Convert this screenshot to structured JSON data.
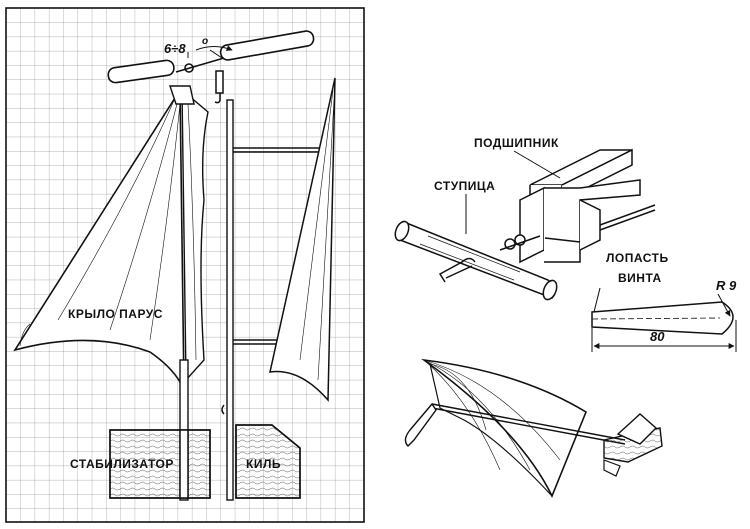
{
  "labels": {
    "wing_sail": "КРЫЛО ПАРУС",
    "stabilizer": "СТАБИЛИЗАТОР",
    "keel": "КИЛЬ",
    "angle": "6÷8",
    "bearing": "ПОДШИПНИК",
    "hub": "СТУПИЦА",
    "blade_line1": "ЛОПАСТЬ",
    "blade_line2": "ВИНТА",
    "radius": "R 9",
    "length": "80"
  },
  "colors": {
    "ink": "#111111",
    "grid": "#9a9a9a",
    "paper": "#ffffff"
  }
}
